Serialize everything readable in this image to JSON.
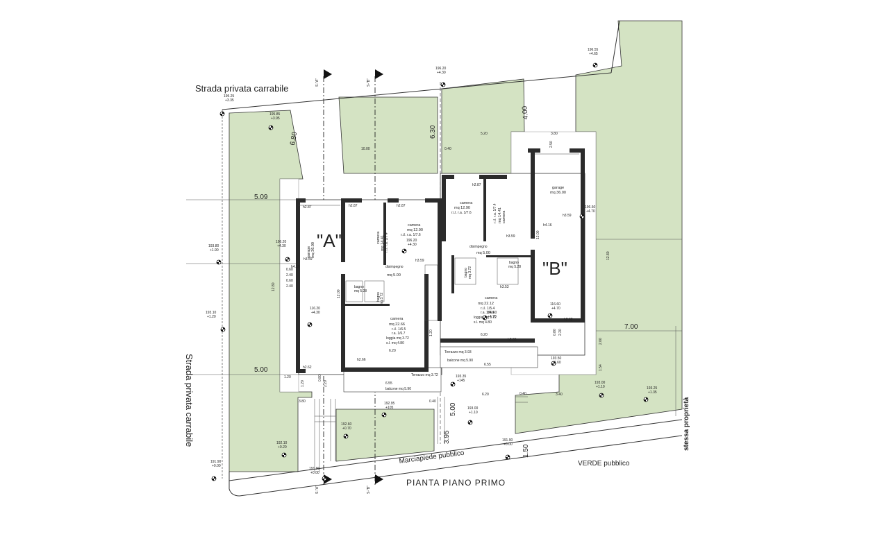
{
  "colors": {
    "green": "#d4e3c3",
    "wall": "#2b2b2b",
    "line": "#333333",
    "dim": "#555555",
    "paper": "#ffffff"
  },
  "plan": {
    "title": "PIANTA PIANO PRIMO",
    "street_top": "Strada privata carrabile",
    "street_left": "Strada privata carrabile",
    "sidewalk": "Marciapiede pubblico",
    "public_green": "VERDE pubblico",
    "property_line": "stessa proprietà",
    "house_a": "\"A\"",
    "house_b": "\"B\""
  },
  "sections": {
    "sa": "S-\"A\"",
    "sb": "S-\"B\""
  },
  "levels": [
    {
      "id": "l01",
      "value": "195.25",
      "delta": "+3.35"
    },
    {
      "id": "l02",
      "value": "195.85",
      "delta": "+3.95"
    },
    {
      "id": "l03",
      "value": "196.20",
      "delta": "+4.30"
    },
    {
      "id": "l04",
      "value": "196.55",
      "delta": "+4.65"
    },
    {
      "id": "l05",
      "value": "193.80",
      "delta": "+1.90"
    },
    {
      "id": "l06",
      "value": "196.20",
      "delta": "+4.30"
    },
    {
      "id": "l07",
      "value": "196.60",
      "delta": "+4.70"
    },
    {
      "id": "l08",
      "value": "193.10",
      "delta": "+1.20"
    },
    {
      "id": "l09",
      "value": "116.20",
      "delta": "+4.30"
    },
    {
      "id": "l10",
      "value": "196.20",
      "delta": "+4.30"
    },
    {
      "id": "l11",
      "value": "196.60",
      "delta": "+4.70"
    },
    {
      "id": "l12",
      "value": "116.60",
      "delta": "+4.70"
    },
    {
      "id": "l13",
      "value": "193.50",
      "delta": "+1.60"
    },
    {
      "id": "l14",
      "value": "193.00",
      "delta": "+1.10"
    },
    {
      "id": "l15",
      "value": "193.25",
      "delta": "+1.35"
    },
    {
      "id": "l16",
      "value": "193.35",
      "delta": "+145"
    },
    {
      "id": "l17",
      "value": "192.95",
      "delta": "+105"
    },
    {
      "id": "l18",
      "value": "193.00",
      "delta": "+1.10"
    },
    {
      "id": "l19",
      "value": "192.60",
      "delta": "+0.70"
    },
    {
      "id": "l20",
      "value": "192.10",
      "delta": "+0.20"
    },
    {
      "id": "l21",
      "value": "191.90",
      "delta": "+0.00"
    },
    {
      "id": "l22",
      "value": "191.90",
      "delta": "+0.00"
    },
    {
      "id": "l23",
      "value": "191.90",
      "delta": "+0.00"
    }
  ],
  "dims": {
    "d01": "6.80",
    "d02": "6.30",
    "d03": "4.00",
    "d04": "5.09",
    "d05": "5.00",
    "d06": "7.00",
    "d07": "5.00",
    "d08": "3.95",
    "d09": "1.50",
    "d10": "10.00",
    "d11": "5.20",
    "d12": "3.80",
    "d13": "12.80",
    "d14": "12.80",
    "d15": "12.00",
    "d16": "12.00",
    "d17": "6.20",
    "d18": "6.20",
    "d19": "6.55",
    "d20": "6.55",
    "d21": "3.80",
    "d22": "6.20",
    "d23": "3.40",
    "d24": "2.00",
    "d25": "1.54",
    "d26": "0.60",
    "d27": "2.40",
    "d28": "0.60",
    "d29": "2.40",
    "d30": "1.20",
    "d31": "1.20",
    "d32": "0.80",
    "d33": "2.20",
    "d34": "0.80",
    "d35": "2.20",
    "d36": "0.40",
    "d37": "0.40",
    "d38": "2.50",
    "d39": "0.40",
    "d40": "1.20"
  },
  "rooms": {
    "garage_a": {
      "name": "garage",
      "area": "mq 36.00"
    },
    "cam_a1": {
      "name": "camera",
      "area": "mq 14.41",
      "ratio": "r.i.l. r.a. 1/7.4"
    },
    "cam_a2": {
      "name": "camera",
      "area": "mq 12.90",
      "ratio": "r.i.l. r.a. 1/7.6"
    },
    "dis_a": {
      "name": "disimpegno",
      "area": "mq 5.00"
    },
    "bagno_a1": {
      "name": "bagno",
      "area": "mq 5.28"
    },
    "bagno_a2": {
      "name": "bagno",
      "area": "mq 3.72"
    },
    "cam_a3": {
      "name": "camera",
      "area": "mq 22.66",
      "ratio": "r.i.l. 1/6.5",
      "ratio2": "r.a. 1/6.7",
      "loggia": "loggia mq 3.72",
      "sl": "s.l. mq 4.80"
    },
    "terrazzo_a": {
      "text": "Terrazzo mq 3.72"
    },
    "balcone_a": {
      "text": "balcone mq 5.90"
    },
    "garage_b": {
      "name": "garage",
      "area": "mq 36.00"
    },
    "cam_b1": {
      "name": "camera",
      "area": "mq 12.90",
      "ratio": "r.i.l. r.a. 1/7.6"
    },
    "cam_b2": {
      "name": "camera",
      "area": "mq 14.41",
      "ratio": "r.i.l. r.a. 1/7.4"
    },
    "dis_b": {
      "name": "disimpegno",
      "area": "mq 5.00"
    },
    "bagno_b1": {
      "name": "bagno",
      "area": "mq 5.28"
    },
    "bagno_b2": {
      "name": "bagno",
      "area": "mq 3.72"
    },
    "cam_b3": {
      "name": "camera",
      "area": "mq 22.12",
      "ratio": "r.i.l. 1/5.4",
      "ratio2": "r.a. 1/4.6",
      "loggia": "loggia mq 3.72",
      "sl": "s.l. mq 4.80"
    },
    "terrazzo_b": {
      "text": "Terrazzo mq 3.93"
    },
    "balcone_b": {
      "text": "balcone mq 5.90"
    }
  },
  "heights": {
    "h01": "h2.87",
    "h02": "h4.16",
    "h03": "h3.59",
    "h04": "h2.62",
    "h05": "h2.87",
    "h06": "h2.87",
    "h07": "h3.59",
    "h08": "h2.87",
    "h09": "h3.59",
    "h10": "h4.16",
    "h11": "h2.62",
    "h12": "h2.66",
    "h13": "h2.66",
    "h14": "h3.53",
    "h15": "h3.59"
  }
}
